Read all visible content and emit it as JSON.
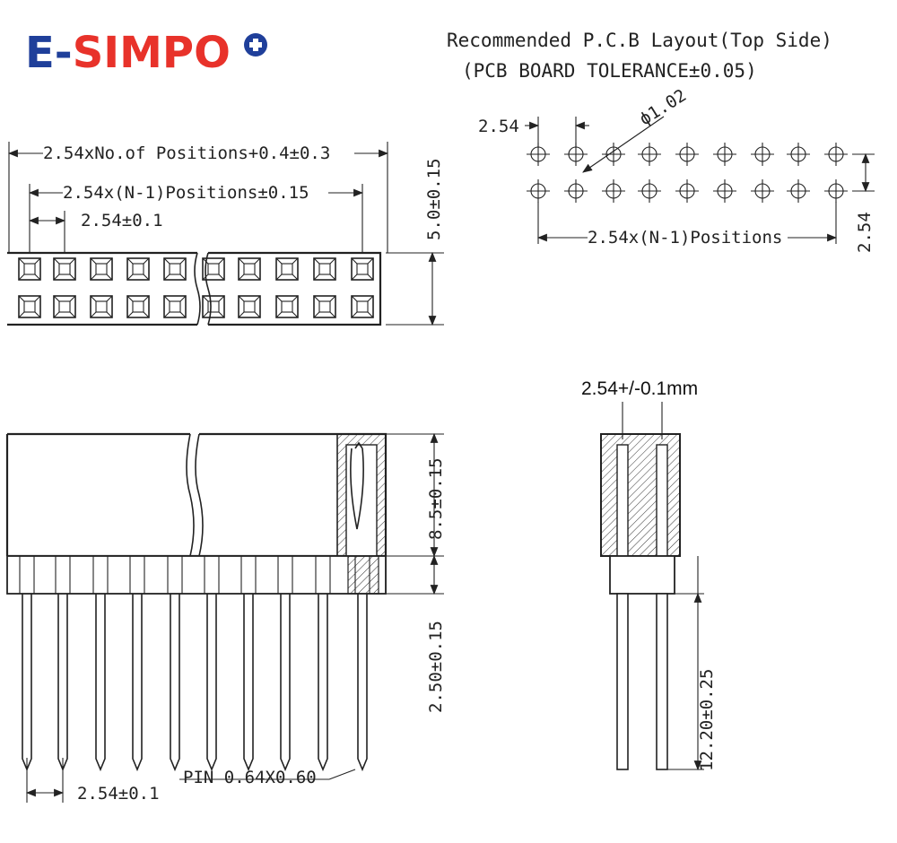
{
  "logo": {
    "text": "E-SIMPO",
    "primary_color": "#1f3f9a",
    "accent_color": "#e8322a",
    "icon": "plus-circle-icon"
  },
  "pcb": {
    "title_line1": "Recommended P.C.B Layout(Top Side)",
    "title_line2": "(PCB BOARD TOLERANCE±0.05)",
    "pitch": "2.54",
    "hole": "ϕ1.02",
    "row_pitch": "2.54",
    "span": "2.54x(N-1)Positions"
  },
  "top_view": {
    "overall": "2.54xNo.of Positions+0.4±0.3",
    "span": "2.54x(N-1)Positions±0.15",
    "pitch": "2.54±0.1",
    "height": "5.0±0.15"
  },
  "front_view": {
    "housing_height": "8.5±0.15",
    "standoff": "2.50±0.15",
    "pin": "PIN 0.64X0.60",
    "pitch": "2.54±0.1"
  },
  "side_view": {
    "row_pitch": "2.54+/-0.1mm",
    "tail_length": "12.20±0.25"
  }
}
